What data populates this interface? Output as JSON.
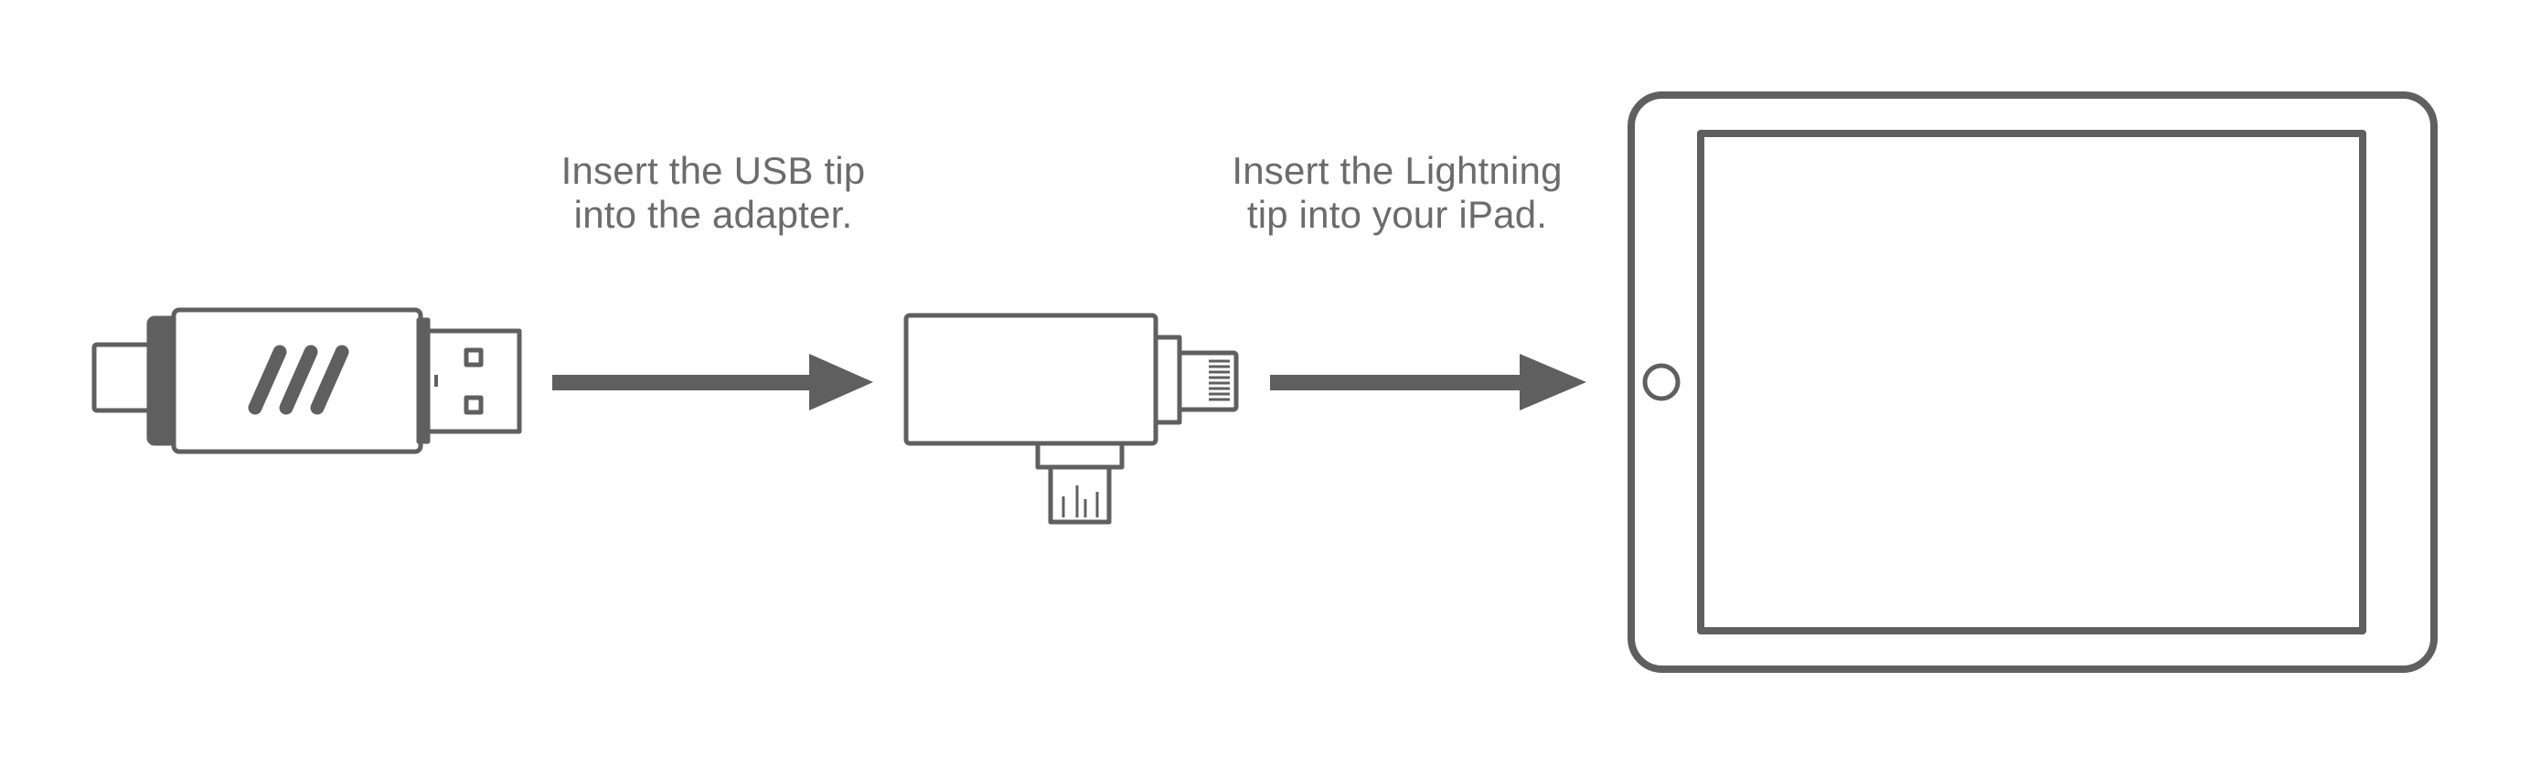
{
  "steps": [
    {
      "line1": "Insert the USB tip",
      "line2": "into the adapter."
    },
    {
      "line1": "Insert the Lightning",
      "line2": "tip into your iPad."
    }
  ],
  "colors": {
    "stroke": "#5f5f5f",
    "fill_dark": "#5f5f5f",
    "text": "#6b6b6b",
    "background": "#ffffff"
  },
  "icons": [
    "usb-c-to-usb-a-drive-icon",
    "arrow-right-icon",
    "lightning-adapter-icon",
    "arrow-right-icon",
    "ipad-icon"
  ]
}
